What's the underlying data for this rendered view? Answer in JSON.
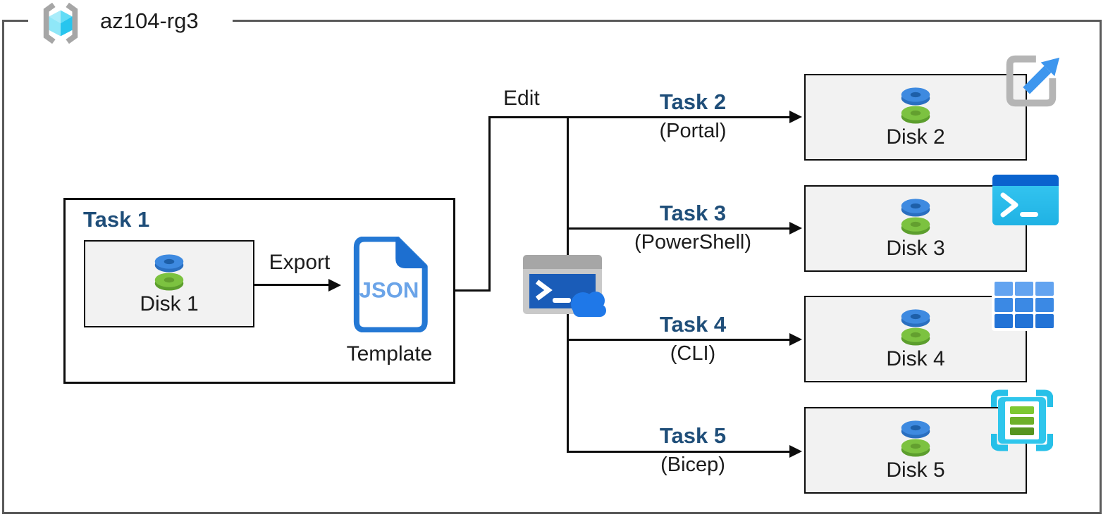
{
  "diagram": {
    "resource_group_label": "az104-rg3",
    "edit_label": "Edit",
    "source": {
      "title": "Task 1",
      "disk_label": "Disk 1",
      "export_label": "Export",
      "file_text": "JSON",
      "file_caption": "Template"
    },
    "branches": [
      {
        "title": "Task 2",
        "method": "(Portal)",
        "disk_label": "Disk 2",
        "tool_icon": "azure-portal-icon"
      },
      {
        "title": "Task 3",
        "method": "(PowerShell)",
        "disk_label": "Disk 3",
        "tool_icon": "powershell-icon"
      },
      {
        "title": "Task 4",
        "method": "(CLI)",
        "disk_label": "Disk 4",
        "tool_icon": "azure-cli-icon"
      },
      {
        "title": "Task 5",
        "method": "(Bicep)",
        "disk_label": "Disk 5",
        "tool_icon": "bicep-template-icon"
      }
    ],
    "icons": {
      "resource_group": "resource-group-icon",
      "disk": "managed-disk-icon",
      "json_file": "json-template-icon",
      "cloud_shell": "cloud-shell-icon"
    },
    "colors": {
      "task_title": "#1F4E79",
      "box_fill": "#F2F2F2",
      "line": "#0D0D0D",
      "outer_border": "#5A5A5A",
      "azure_blue": "#2478D4",
      "disk_blue": "#3E8AE0",
      "disk_green": "#7CC240",
      "cyan": "#2FC6EC",
      "gray_icon": "#ABABAB"
    }
  }
}
